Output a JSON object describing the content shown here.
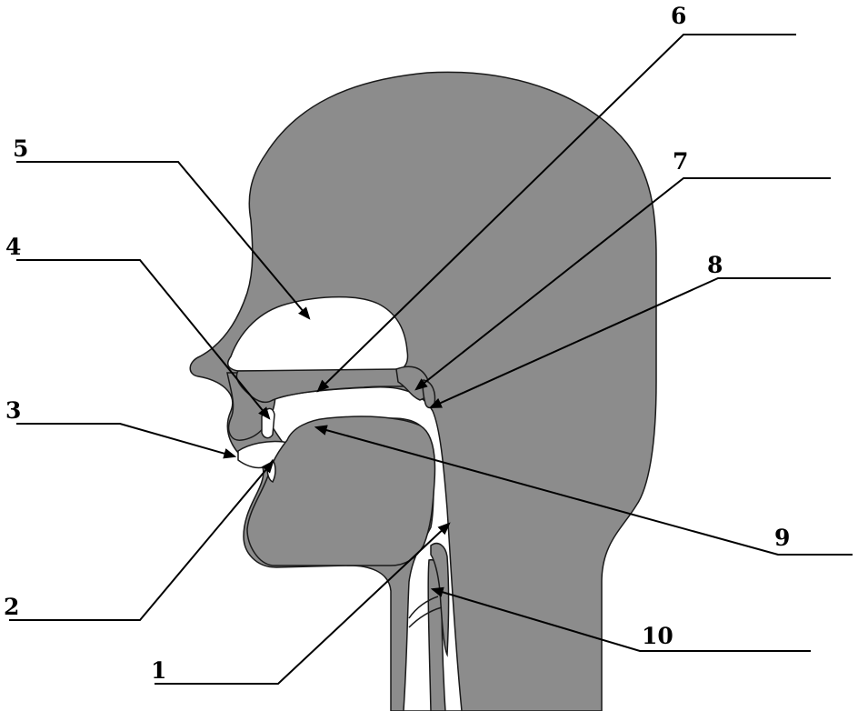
{
  "colors": {
    "background": "#ffffff",
    "head_fill": "#8c8c8c",
    "cavity_fill": "#ffffff",
    "outline": "#1a1a1a",
    "leader_line": "#000000"
  },
  "labels": [
    {
      "id": "1",
      "text": "1"
    },
    {
      "id": "2",
      "text": "2"
    },
    {
      "id": "3",
      "text": "3"
    },
    {
      "id": "4",
      "text": "4"
    },
    {
      "id": "5",
      "text": "5"
    },
    {
      "id": "6",
      "text": "6"
    },
    {
      "id": "7",
      "text": "7"
    },
    {
      "id": "8",
      "text": "8"
    },
    {
      "id": "9",
      "text": "9"
    },
    {
      "id": "10",
      "text": "10"
    }
  ]
}
